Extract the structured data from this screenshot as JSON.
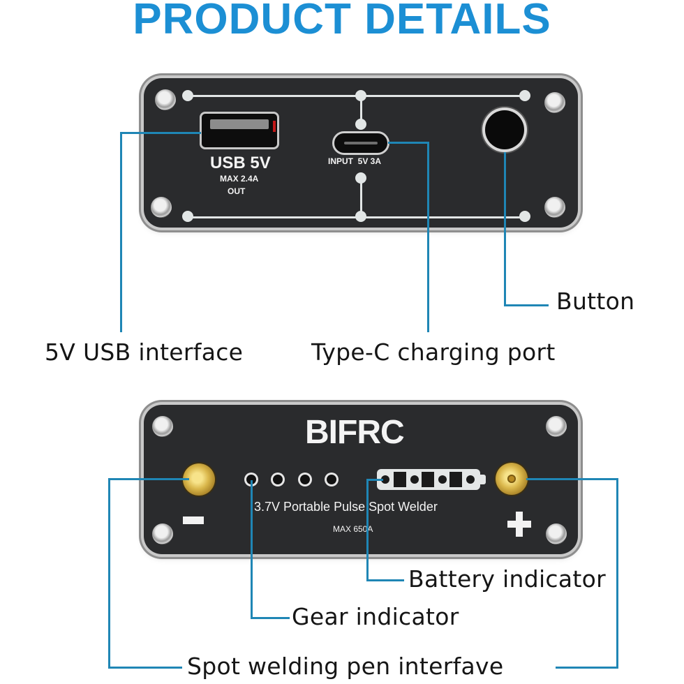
{
  "page": {
    "title": "PRODUCT DETAILS",
    "accent_color": "#1c8fd4",
    "leader_color": "#1f86b5"
  },
  "top_panel": {
    "usb_label": "USB 5V",
    "usb_sublabel_1": "MAX 2.4A",
    "usb_sublabel_2": "OUT",
    "typec_label": "INPUT  5V 3A"
  },
  "bottom_panel": {
    "brand": "BIFRC",
    "product_name": "3.7V Portable Pulse Spot Welder",
    "max_current": "MAX 650A",
    "minus_symbol": "−",
    "plus_symbol": "+",
    "gear_led_count": 4,
    "battery_segments": 3
  },
  "callouts": {
    "usb": "5V USB interface",
    "typec": "Type-C charging port",
    "button": "Button",
    "battery": "Battery indicator",
    "gear": "Gear indicator",
    "pen": "Spot welding pen interfave"
  }
}
